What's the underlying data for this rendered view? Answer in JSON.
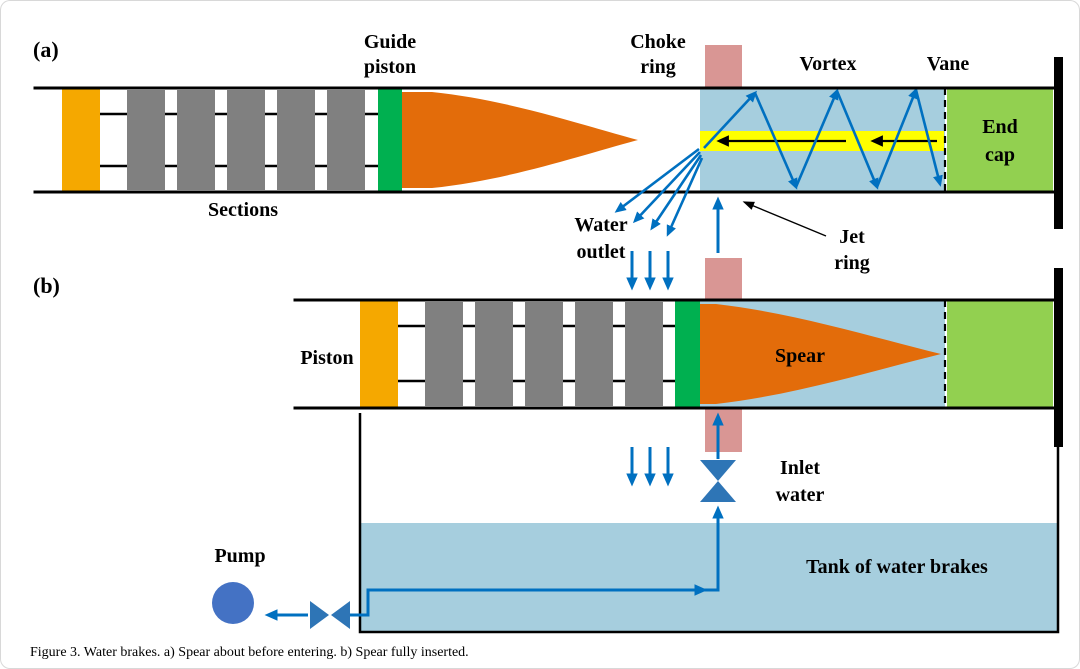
{
  "figure": {
    "caption": "Figure 3. Water brakes. a) Spear about before entering. b) Spear fully inserted."
  },
  "colors": {
    "piston_yellow": "#F5A800",
    "section_gray": "#808080",
    "guide_green": "#00B050",
    "spear_orange": "#E36C0A",
    "water_blue": "#A6CEDE",
    "choke_pink": "#D99694",
    "jet_yellow": "#FFFF00",
    "endcap_green": "#92D050",
    "arrow_blue": "#0070C0",
    "valve_blue": "#2E75B6",
    "pump_blue": "#4472C4",
    "line_black": "#000000"
  },
  "panel_a": {
    "tag": "(a)",
    "labels": {
      "guide_piston": [
        "Guide",
        "piston"
      ],
      "choke_ring": [
        "Choke",
        "ring"
      ],
      "vortex": "Vortex",
      "vane": "Vane",
      "sections": "Sections",
      "water_outlet": [
        "Water",
        "outlet"
      ],
      "jet_ring": [
        "Jet",
        "ring"
      ],
      "end_cap": [
        "End",
        "cap"
      ]
    }
  },
  "panel_b": {
    "tag": "(b)",
    "labels": {
      "piston": "Piston",
      "spear": "Spear",
      "inlet_water": [
        "Inlet",
        "water"
      ],
      "pump": "Pump",
      "tank": "Tank of water brakes"
    }
  }
}
